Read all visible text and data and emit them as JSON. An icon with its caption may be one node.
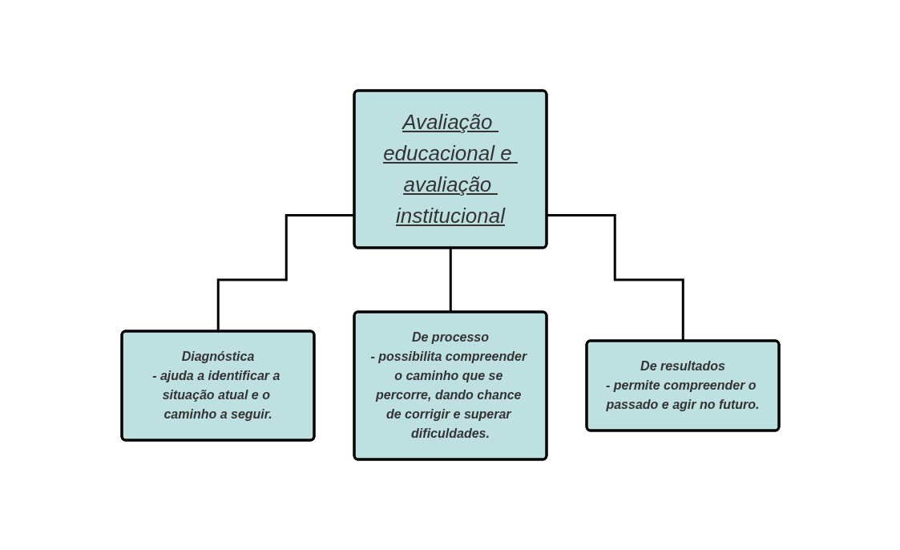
{
  "diagram": {
    "nodes": [
      {
        "text": [
          "Avaliação educacional e avaliação institucional"
        ]
      },
      {
        "text": [
          "Diagnóstica",
          "- ajuda a identificar a situação atual e o caminho a seguir."
        ]
      },
      {
        "text": [
          "De processo",
          "- possibilita compreender o caminho que se percorre, dando chance de corrigir e superar dificuldades."
        ]
      },
      {
        "text": [
          "De resultados",
          "- permite compreender o passado e agir no futuro."
        ]
      }
    ],
    "edges": [
      {
        "from": 0,
        "to": 1,
        "arrow": "none"
      },
      {
        "from": 0,
        "to": 2,
        "arrow": "none"
      },
      {
        "from": 0,
        "to": 3,
        "arrow": "none"
      }
    ]
  }
}
